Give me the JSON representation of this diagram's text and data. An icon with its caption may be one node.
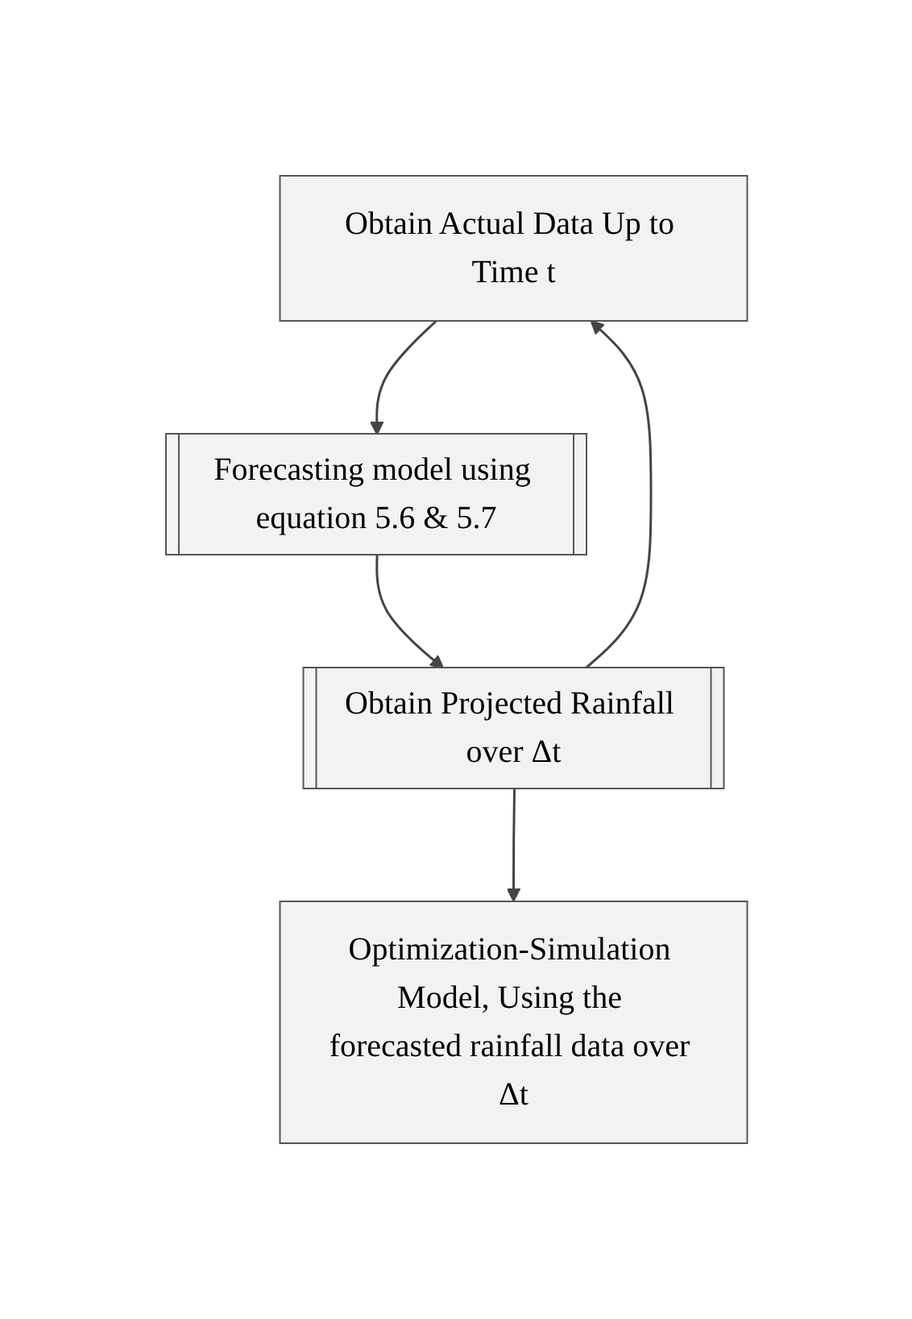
{
  "diagram": {
    "nodes": [
      {
        "text": [
          "Obtain Actual Data Up to Time t"
        ]
      },
      {
        "text": [
          "Forecasting model using equation 5.6 & 5.7"
        ]
      },
      {
        "text": [
          "Obtain Projected Rainfall over Δt"
        ]
      },
      {
        "text": [
          "Optimization-Simulation Model, Using the forecasted rainfall data over Δt"
        ]
      }
    ],
    "edges": [
      {
        "from": 0,
        "to": 1,
        "arrow": "to"
      },
      {
        "from": 1,
        "to": 2,
        "arrow": "to"
      },
      {
        "from": 2,
        "to": 3,
        "arrow": "to"
      },
      {
        "from": 2,
        "to": 0,
        "arrow": "to"
      }
    ]
  }
}
